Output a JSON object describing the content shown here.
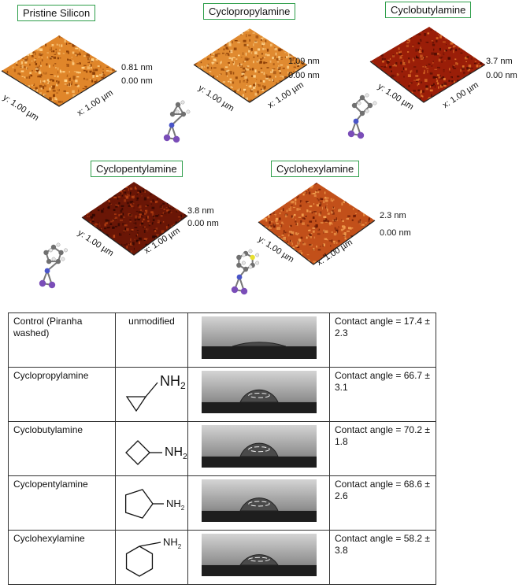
{
  "afm_panels": [
    {
      "id": "pristine",
      "title": "Pristine Silicon",
      "max_label": "0.81 nm",
      "min_label": "0.00 nm",
      "y_axis": "y: 1.00 µm",
      "x_axis": "x: 1.00 µm",
      "colors": [
        "#8a3d05",
        "#e0862a",
        "#ffd38a"
      ]
    },
    {
      "id": "propyl",
      "title": "Cyclopropylamine",
      "max_label": "1.09 nm",
      "min_label": "0.00 nm",
      "y_axis": "y: 1.00 µm",
      "x_axis": "x: 1.00 µm",
      "colors": [
        "#8a3d05",
        "#e08a30",
        "#ffd894"
      ]
    },
    {
      "id": "butyl",
      "title": "Cyclobutylamine",
      "max_label": "3.7 nm",
      "min_label": "0.00 nm",
      "y_axis": "y: 1.00 µm",
      "x_axis": "x: 1.00 µm",
      "colors": [
        "#4a0a02",
        "#9a1e08",
        "#e0742a"
      ]
    },
    {
      "id": "pentyl",
      "title": "Cyclopentylamine",
      "max_label": "3.8 nm",
      "min_label": "0.00 nm",
      "y_axis": "y: 1.00 µm",
      "x_axis": "x: 1.00 µm",
      "colors": [
        "#2e0602",
        "#6a1606",
        "#b64012"
      ]
    },
    {
      "id": "hexyl",
      "title": "Cyclohexylamine",
      "max_label": "2.3 nm",
      "min_label": "0.00 nm",
      "y_axis": "y: 1.00 µm",
      "x_axis": "x: 1.00 µm",
      "colors": [
        "#6a1a04",
        "#c2501a",
        "#f2a050"
      ]
    }
  ],
  "table": {
    "rows": [
      {
        "name": "Control (Piranha washed)",
        "structure": "unmodified",
        "structure_type": "text",
        "contact_angle": "Contact angle = 17.4 ± 2.3",
        "angle_deg": 17.4
      },
      {
        "name": "Cyclopropylamine",
        "structure": "NH2",
        "structure_type": "cyclopropyl",
        "contact_angle": "Contact angle = 66.7 ± 3.1",
        "angle_deg": 66.7
      },
      {
        "name": "Cyclobutylamine",
        "structure": "NH2",
        "structure_type": "cyclobutyl",
        "contact_angle": "Contact angle = 70.2 ± 1.8",
        "angle_deg": 70.2
      },
      {
        "name": "Cyclopentylamine",
        "structure": "NH2",
        "structure_type": "cyclopentyl",
        "contact_angle": "Contact angle = 68.6 ± 2.6",
        "angle_deg": 68.6
      },
      {
        "name": "Cyclohexylamine",
        "structure": "NH2",
        "structure_type": "cyclohexyl",
        "contact_angle": "Contact angle = 58.2 ± 3.8",
        "angle_deg": 58.2
      }
    ]
  }
}
